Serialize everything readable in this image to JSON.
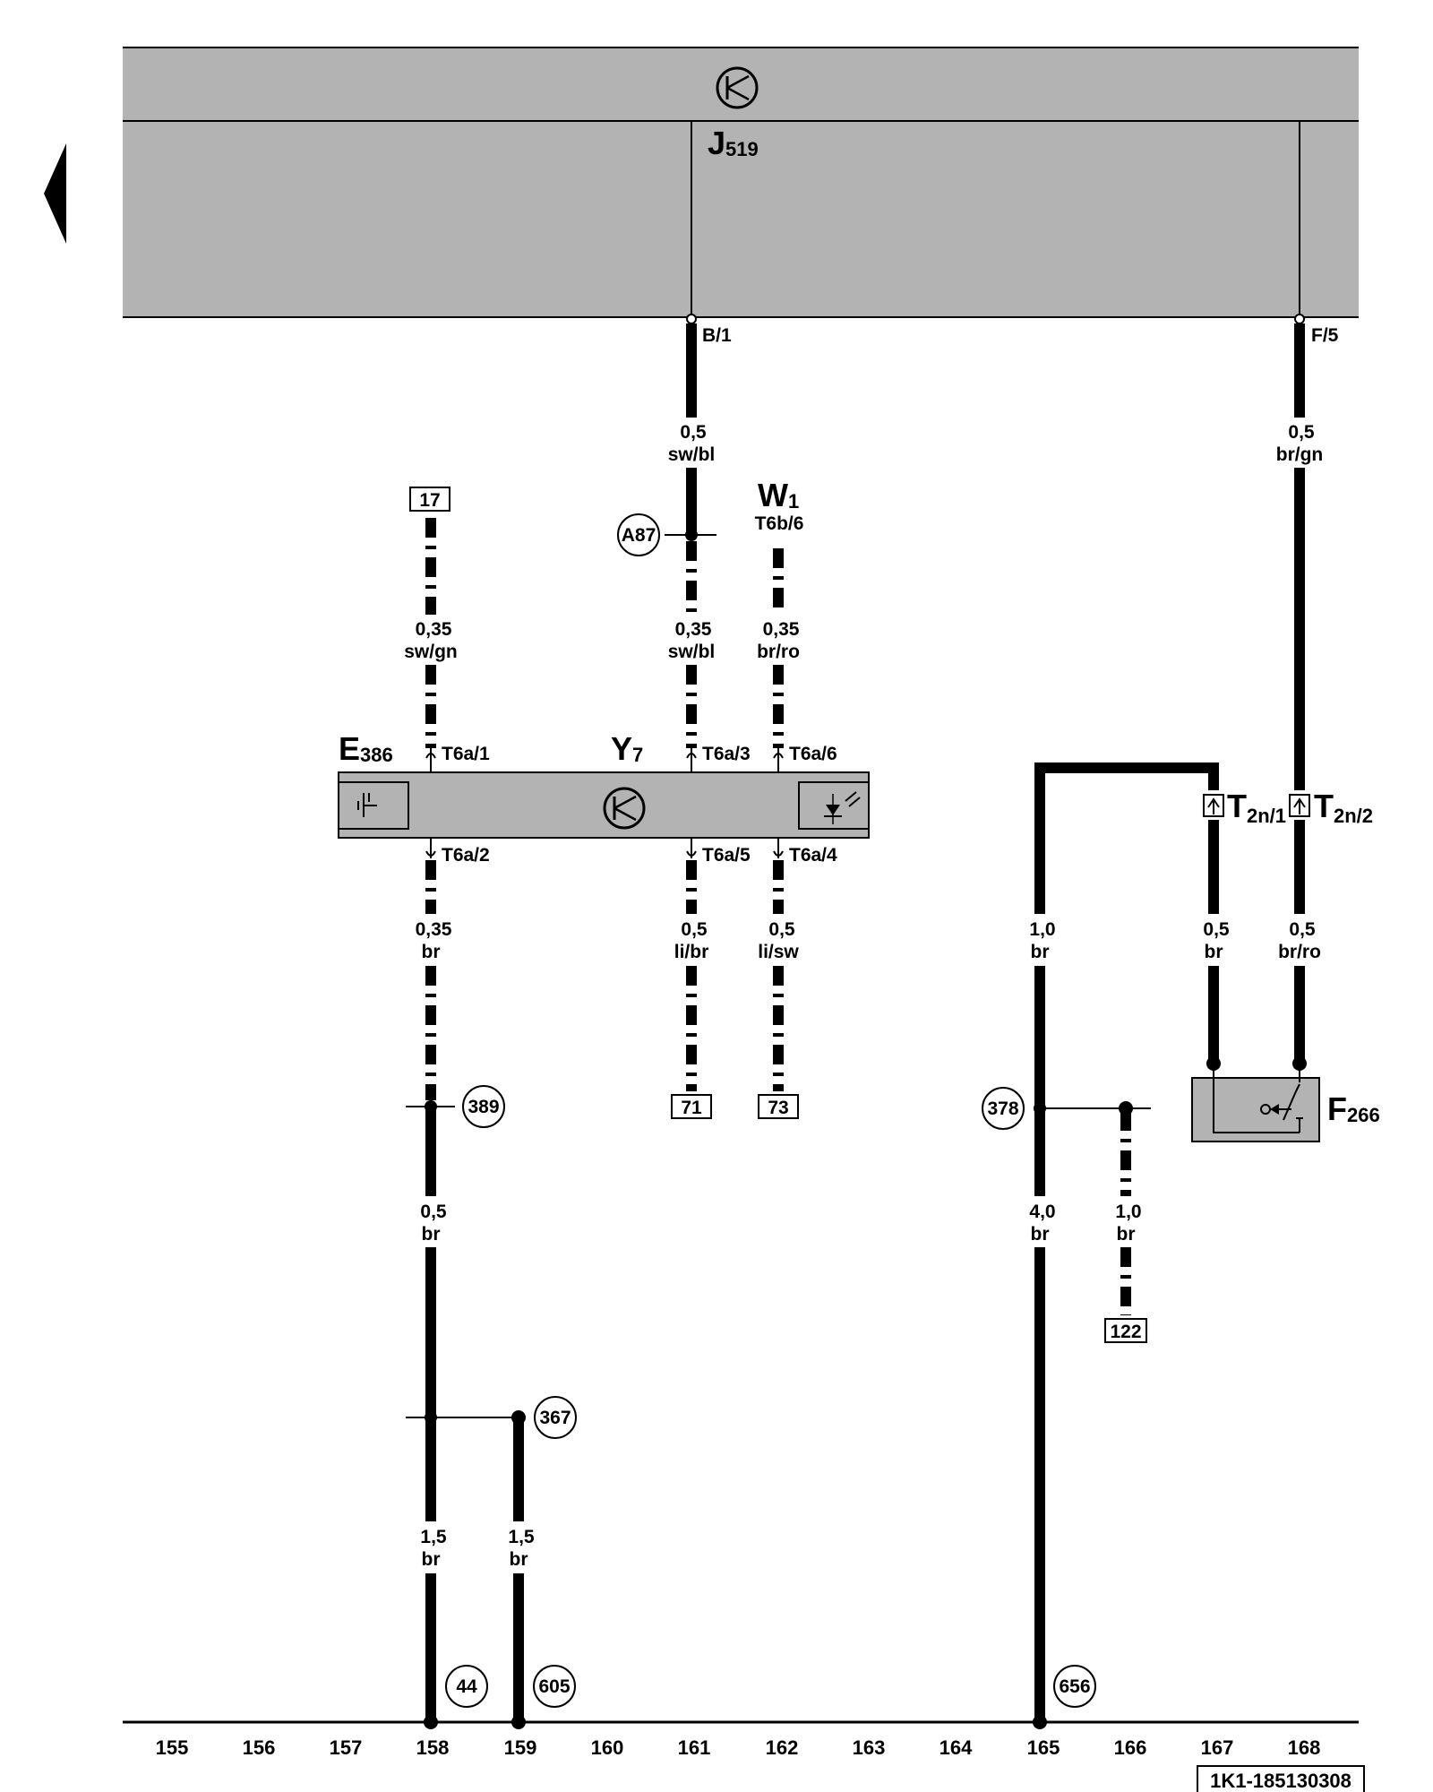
{
  "modules": {
    "j519": {
      "letter": "J",
      "sub": "519",
      "pin_b1": "B/1",
      "pin_f5": "F/5"
    },
    "e386": {
      "letter": "E",
      "sub": "386"
    },
    "y7": {
      "letter": "Y",
      "sub": "7"
    },
    "w1": {
      "letter": "W",
      "sub": "1",
      "pin": "T6b/6"
    },
    "t2n1": {
      "letter": "T",
      "sub": "2n/1"
    },
    "t2n2": {
      "letter": "T",
      "sub": "2n/2"
    },
    "f266": {
      "letter": "F",
      "sub": "266"
    }
  },
  "pins": {
    "t6a1": "T6a/1",
    "t6a2": "T6a/2",
    "t6a3": "T6a/3",
    "t6a4": "T6a/4",
    "t6a5": "T6a/5",
    "t6a6": "T6a/6"
  },
  "wires": {
    "w_b1": {
      "size": "0,5",
      "color": "sw/bl"
    },
    "w_f5": {
      "size": "0,5",
      "color": "br/gn"
    },
    "w_t6a1": {
      "size": "0,35",
      "color": "sw/gn"
    },
    "w_t6a3": {
      "size": "0,35",
      "color": "sw/bl"
    },
    "w_t6a6": {
      "size": "0,35",
      "color": "br/ro"
    },
    "w_t6a2": {
      "size": "0,35",
      "color": "br"
    },
    "w_t6a5": {
      "size": "0,5",
      "color": "li/br"
    },
    "w_t6a4": {
      "size": "0,5",
      "color": "li/sw"
    },
    "w_165a": {
      "size": "1,0",
      "color": "br"
    },
    "w_167": {
      "size": "0,5",
      "color": "br"
    },
    "w_168": {
      "size": "0,5",
      "color": "br/ro"
    },
    "w_158a": {
      "size": "0,5",
      "color": "br"
    },
    "w_165b": {
      "size": "4,0",
      "color": "br"
    },
    "w_166": {
      "size": "1,0",
      "color": "br"
    },
    "w_158b": {
      "size": "1,5",
      "color": "br"
    },
    "w_159": {
      "size": "1,5",
      "color": "br"
    }
  },
  "refs": {
    "r17": "17",
    "r71": "71",
    "r73": "73",
    "r122": "122"
  },
  "nodes": {
    "a87": "A87",
    "n389": "389",
    "n367": "367",
    "n378": "378",
    "n44": "44",
    "n605": "605",
    "n656": "656"
  },
  "columns": [
    "155",
    "156",
    "157",
    "158",
    "159",
    "160",
    "161",
    "162",
    "163",
    "164",
    "165",
    "166",
    "167",
    "168"
  ],
  "footer": {
    "code": "1K1-185130308"
  }
}
